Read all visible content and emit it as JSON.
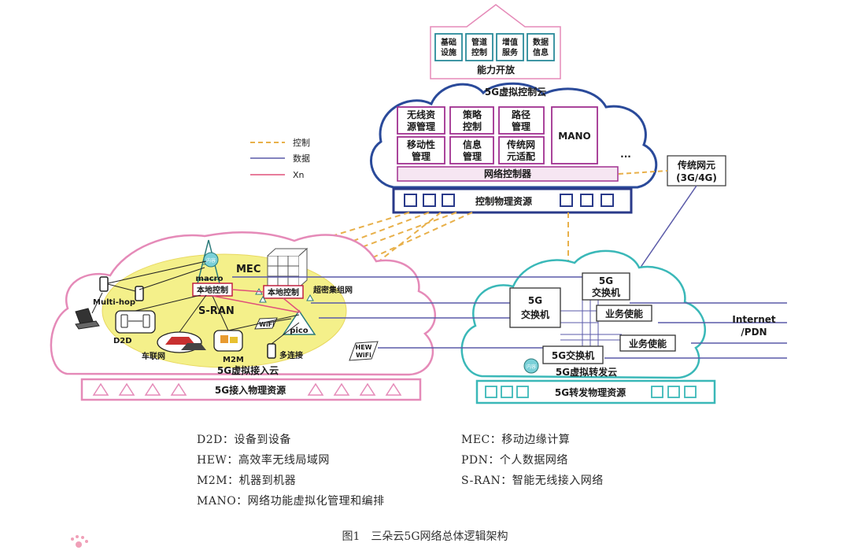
{
  "open_capability": {
    "boxes": [
      {
        "line1": "基础",
        "line2": "设施"
      },
      {
        "line1": "管道",
        "line2": "控制"
      },
      {
        "line1": "增值",
        "line2": "服务"
      },
      {
        "line1": "数据",
        "line2": "信息"
      }
    ],
    "label": "能力开放"
  },
  "control_cloud": {
    "title": "5G虚拟控制云",
    "functions": [
      {
        "line1": "无线资",
        "line2": "源管理"
      },
      {
        "line1": "策略",
        "line2": "控制"
      },
      {
        "line1": "路径",
        "line2": "管理"
      },
      {
        "line1": "移动性",
        "line2": "管理"
      },
      {
        "line1": "信息",
        "line2": "管理"
      },
      {
        "line1": "传统网",
        "line2": "元适配"
      }
    ],
    "mano": "MANO",
    "ellipsis": "...",
    "network_controller": "网络控制器",
    "physical": "控制物理资源"
  },
  "legacy": {
    "line1": "传统网元",
    "line2": "(3G/4G)"
  },
  "legend": [
    {
      "label": "控制",
      "color": "#e8b04a"
    },
    {
      "label": "数据",
      "color": "#5a5aa8"
    },
    {
      "label": "Xn",
      "color": "#e0507a"
    }
  ],
  "access_cloud": {
    "mec": "MEC",
    "content_icon": "内容",
    "macro": "macro",
    "local_ctrl_1": "本地控制",
    "local_ctrl_2": "本地控制",
    "ultra_dense": "超密集组网",
    "s_ran": "S-RAN",
    "multihop": "Multi-hop",
    "d2d": "D2D",
    "v2x": "车联网",
    "m2m": "M2M",
    "multi_conn": "多连接",
    "wifi": "WiFi",
    "pico": "pico",
    "hew_1": "HEW",
    "hew_2": "WiFi",
    "title": "5G虚拟接入云",
    "physical": "5G接入物理资源"
  },
  "forward_cloud": {
    "switch_a_1": "5G",
    "switch_a_2": "交换机",
    "switch_b_1": "5G",
    "switch_b_2": "交换机",
    "switch_c": "5G交换机",
    "service_1": "业务使能",
    "service_2": "业务使能",
    "content_icon": "内容",
    "title": "5G虚拟转发云",
    "physical": "5G转发物理资源"
  },
  "internet": {
    "line1": "Internet",
    "line2": "/PDN"
  },
  "glossary": [
    {
      "text": "D2D：设备到设备"
    },
    {
      "text": "HEW：高效率无线局域网"
    },
    {
      "text": "M2M：机器到机器"
    },
    {
      "text": "MANO：网络功能虚拟化管理和编排"
    },
    {
      "text": "MEC：移动边缘计算"
    },
    {
      "text": "PDN：个人数据网络"
    },
    {
      "text": "S-RAN：智能无线接入网络"
    }
  ],
  "caption": "图1　三朵云5G网络总体逻辑架构",
  "colors": {
    "control_line": "#e8b04a",
    "data_line": "#5a5aa8",
    "xn_line": "#e0507a",
    "control_cloud": "#2a4a9a",
    "access_cloud": "#e58ab8",
    "forward_cloud": "#3ab8b8",
    "purple_box": "#a03090",
    "teal_box": "#2a8a9a",
    "navy_box": "#2a3a8a",
    "ellipse": "#f4f08a"
  }
}
